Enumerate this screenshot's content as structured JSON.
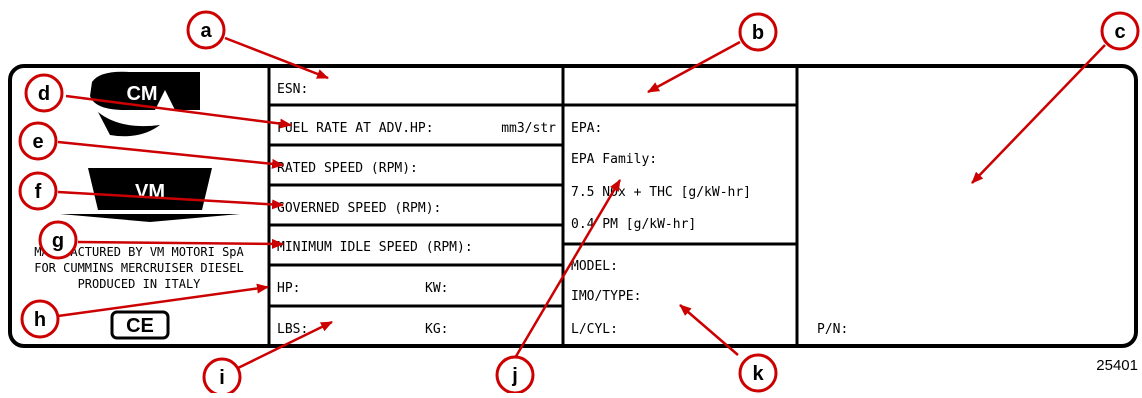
{
  "callouts": {
    "a": "a",
    "b": "b",
    "c": "c",
    "d": "d",
    "e": "e",
    "f": "f",
    "g": "g",
    "h": "h",
    "i": "i",
    "j": "j",
    "k": "k"
  },
  "plate": {
    "esn": "ESN:",
    "fuel_rate": "FUEL RATE AT ADV.HP:",
    "fuel_unit": "mm3/str",
    "rated_speed": "RATED SPEED (RPM):",
    "governed_speed": "GOVERNED SPEED (RPM):",
    "min_idle": "MINIMUM IDLE SPEED (RPM):",
    "hp": "HP:",
    "kw": "KW:",
    "lbs": "LBS:",
    "kg": "KG:",
    "epa": "EPA:",
    "epa_family": "EPA Family:",
    "nox": "7.5  NOx + THC [g/kW-hr]",
    "pm": "0.4  PM [g/kW-hr]",
    "model": "MODEL:",
    "imo": "IMO/TYPE:",
    "lcyl": "L/CYL:",
    "pn": "P/N:"
  },
  "maker": {
    "line1": "MANUFACTURED BY VM MOTORI SpA",
    "line2": "FOR CUMMINS MERCRUISER DIESEL",
    "line3": "PRODUCED IN ITALY",
    "logo_cm": "CM",
    "logo_vm": "VM",
    "ce_mark": "CE"
  },
  "figure_number": "25401",
  "colors": {
    "callout": "#cc0000",
    "line": "#000000"
  }
}
